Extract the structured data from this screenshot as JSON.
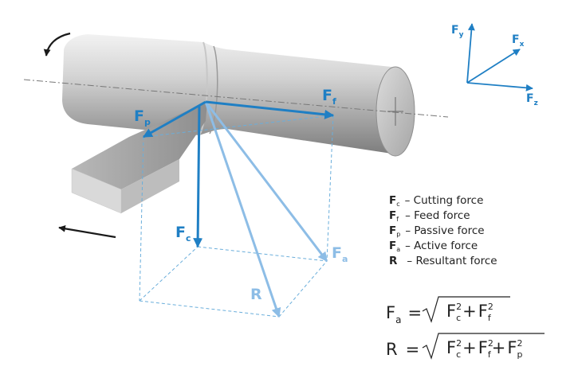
{
  "colors": {
    "blue": "#1f7fc4",
    "light_blue": "#8dbde6",
    "dashed": "#6aaedb",
    "black": "#1a1a1a"
  },
  "axes": {
    "y": "F",
    "y_sub": "y",
    "x": "F",
    "x_sub": "x",
    "z": "F",
    "z_sub": "z"
  },
  "forces": {
    "ff": {
      "main": "F",
      "sub": "f"
    },
    "fp": {
      "main": "F",
      "sub": "p"
    },
    "fc": {
      "main": "F",
      "sub": "c"
    },
    "fa": {
      "main": "F",
      "sub": "a"
    },
    "r": {
      "main": "R"
    }
  },
  "legend": [
    {
      "sym": "F",
      "sub": "c",
      "text": "– Cutting force"
    },
    {
      "sym": "F",
      "sub": "f",
      "text": "– Feed force"
    },
    {
      "sym": "F",
      "sub": "p",
      "text": "– Passive force"
    },
    {
      "sym": "F",
      "sub": "a",
      "text": "– Active force"
    },
    {
      "sym": "R",
      "sub": "",
      "text": "– Resultant force"
    }
  ],
  "formulas": {
    "fa": {
      "lhs": "F",
      "lhs_sub": "a",
      "eq": "=",
      "t1": "F",
      "t1_sub": "c",
      "t1_sup": "2",
      "plus1": "+",
      "t2": "F",
      "t2_sub": "f",
      "t2_sup": "2"
    },
    "r": {
      "lhs": "R",
      "eq": "=",
      "t1": "F",
      "t1_sub": "c",
      "t1_sup": "2",
      "plus1": "+",
      "t2": "F",
      "t2_sub": "f",
      "t2_sup": "2",
      "plus2": "+",
      "t3": "F",
      "t3_sub": "p",
      "t3_sup": "2"
    }
  },
  "icons": {
    "rotation": "curved-arrow-icon",
    "feed_direction": "left-arrow-icon"
  }
}
